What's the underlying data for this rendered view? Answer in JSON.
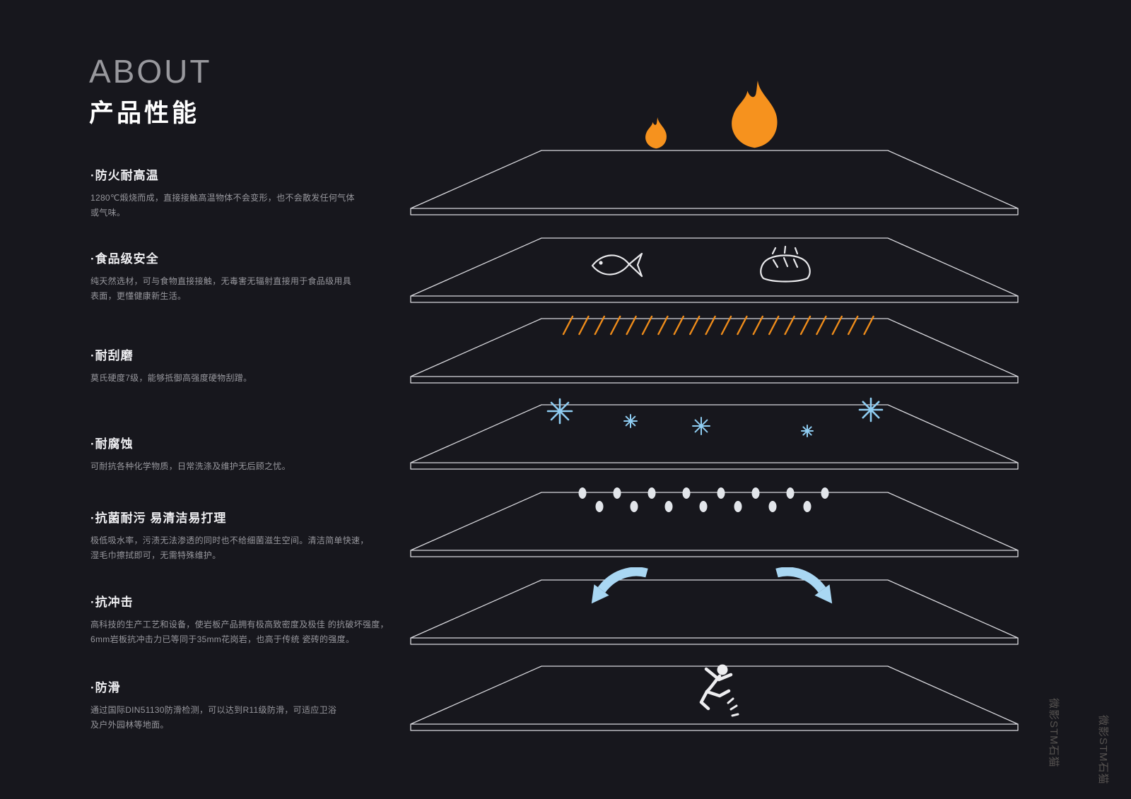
{
  "header": {
    "about": "ABOUT",
    "title": "产品性能"
  },
  "features": [
    {
      "title": "·防火耐高温",
      "icon": "flame-icon",
      "desc": "1280℃煅烧而成，直接接触高温物体不会变形，也不会散发任何气体\n或气味。"
    },
    {
      "title": "·食品级安全",
      "icon": "fish-and-bread-icon",
      "desc": "纯天然选材，可与食物直接接触，无毒害无辐射直接用于食品级用具\n表面，更懂健康新生活。"
    },
    {
      "title": "·耐刮磨",
      "icon": "scratch-marks-icon",
      "desc": "莫氏硬度7级，能够抵御高强度硬物刮蹭。"
    },
    {
      "title": "·耐腐蚀",
      "icon": "sparkles-icon",
      "desc": "可耐抗各种化学物质，日常洗涤及维护无后顾之忧。"
    },
    {
      "title": "·抗菌耐污 易清洁易打理",
      "icon": "droplets-icon",
      "desc": "极低吸水率，污渍无法渗透的同时也不给细菌滋生空间。清洁简单快速，\n湿毛巾擦拭即可，无需特殊维护。"
    },
    {
      "title": "·抗冲击",
      "icon": "bounce-arrows-icon",
      "desc": "高科技的生产工艺和设备，使岩板产品拥有极高致密度及极佳 的抗破坏强度，\n6mm岩板抗冲击力已等同于35mm花岗岩，也高于传统 瓷砖的强度。"
    },
    {
      "title": "·防滑",
      "icon": "slipping-person-icon",
      "desc": "通过国际DIN51130防滑检测，可以达到R11级防滑，可适应卫浴\n及户外园林等地面。"
    }
  ],
  "colors": {
    "background": "#17171d",
    "accent_orange": "#f6921e",
    "accent_blue": "#a9d7f3",
    "slab_line": "#d9d9de"
  },
  "watermark": {
    "text": "微影STM石猫"
  }
}
